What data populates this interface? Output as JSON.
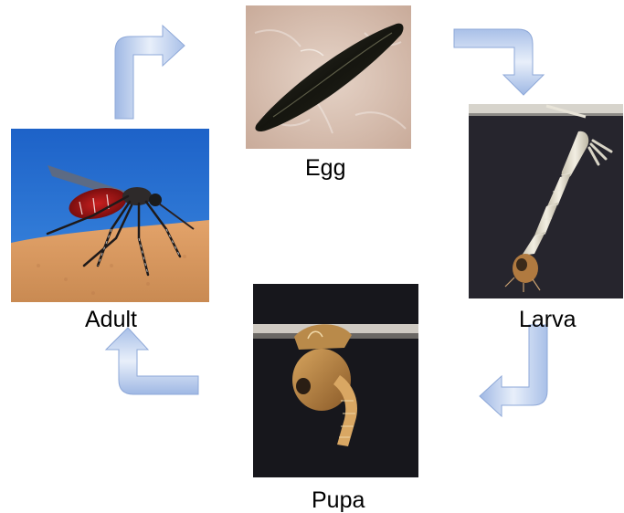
{
  "stages": {
    "egg": {
      "label": "Egg"
    },
    "larva": {
      "label": "Larva"
    },
    "pupa": {
      "label": "Pupa"
    },
    "adult": {
      "label": "Adult"
    }
  },
  "colors": {
    "arrow_fill_light": "#dbe6f7",
    "arrow_fill_dark": "#9fb8e4",
    "arrow_stroke": "#8ea8d8",
    "sky": "#1f6fd0",
    "skin": "#d99a5f",
    "water": "#24242c",
    "egg_bg": "#d9c3b6"
  },
  "icons": {
    "egg_photo": "mosquito-egg-image",
    "larva_photo": "mosquito-larva-image",
    "pupa_photo": "mosquito-pupa-image",
    "adult_photo": "adult-mosquito-image",
    "arrows": "cycle-arrow-icon"
  }
}
